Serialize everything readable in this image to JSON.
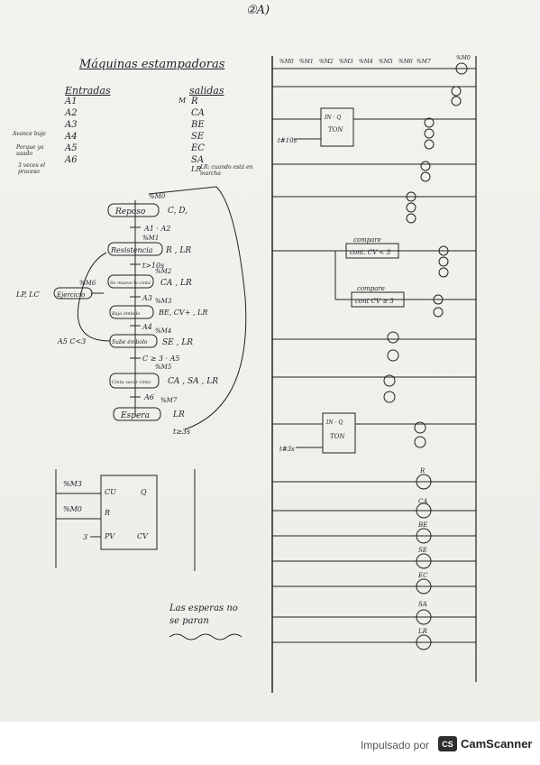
{
  "page": {
    "number": "②A)"
  },
  "title": "Máquinas estampadoras",
  "entradas": {
    "heading": "Entradas",
    "items": [
      "A1",
      "A2",
      "A3",
      "A4",
      "A5",
      "A6"
    ],
    "notes": [
      "Avance buje",
      "Porque ya usado",
      "3 veces el proceso"
    ]
  },
  "salidas": {
    "heading": "salidas",
    "items": [
      "R",
      "CA",
      "BE",
      "SE",
      "EC",
      "SA"
    ],
    "markers": [
      "M",
      "LR"
    ],
    "lr_note": "LR: cuando está en marcha"
  },
  "grafcet": {
    "steps": [
      {
        "name": "Reposo",
        "marker": "%M0",
        "actions": "C, D,"
      },
      {
        "name": "Resistencia",
        "marker": "%M1",
        "actions": "R , LR"
      },
      {
        "name": "Se mueve la cinta",
        "marker": "%M2",
        "actions": "CA , LR"
      },
      {
        "name": "Baja émbolo",
        "marker": "%M3",
        "actions": "BE, CV+ , LR"
      },
      {
        "name": "Sube émbolo",
        "marker": "%M4",
        "actions": "SE , LR"
      },
      {
        "name": "Cinta sacar cinta",
        "marker": "%M5",
        "actions": "CA , SA , LR"
      },
      {
        "name": "Espera",
        "marker": "%M7",
        "actions": "LR"
      }
    ],
    "side_step": {
      "name": "Ejercicio",
      "marker": "%M6",
      "actions": "LP, LC"
    },
    "transitions": [
      "A1 · A2",
      "t>10s",
      "A3",
      "A4",
      "C ≥ 3 · A5",
      "A6",
      "t≥3s"
    ],
    "side_transition": "A5 C<3"
  },
  "counter": {
    "inputs": [
      "%M3",
      "%M0"
    ],
    "pins": [
      "CU",
      "R",
      "PV",
      "Q",
      "CV"
    ],
    "preset": "3"
  },
  "ladder": {
    "header_contacts": [
      "%M0",
      "%M1",
      "%M2",
      "%M3",
      "%M4",
      "%M5",
      "%M6",
      "%M7"
    ],
    "header_coil": "%M0",
    "compare_1": {
      "label": "compare",
      "expr": "cont. CV < 3"
    },
    "compare_2": {
      "label": "compare",
      "expr": "cont CV ≥ 3"
    },
    "timer_1": {
      "type": "TON",
      "id": "IN · Q",
      "preset": "t#10s"
    },
    "timer_2": {
      "type": "TON",
      "id": "IN · Q",
      "preset": "t#3s"
    },
    "outputs": [
      "R",
      "CA",
      "BE",
      "SE",
      "EC",
      "SA",
      "LR"
    ]
  },
  "note": "Las esperas no se paran",
  "footer": {
    "impulsado": "Impulsado por",
    "brand": "CamScanner",
    "logo": "CS"
  }
}
